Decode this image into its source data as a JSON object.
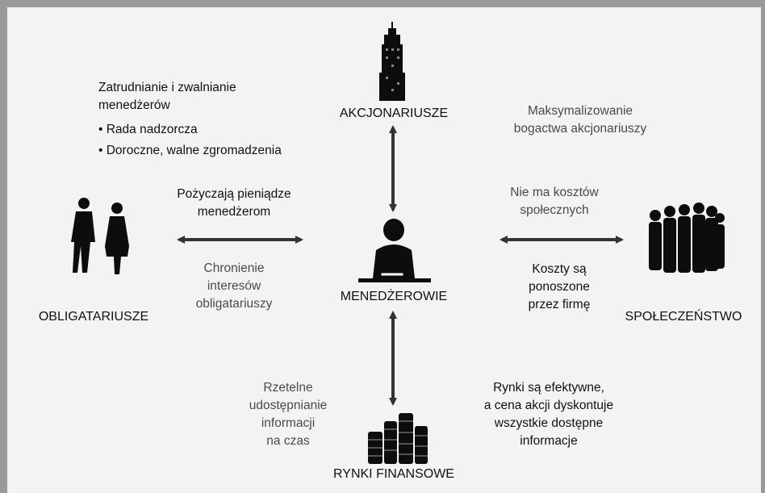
{
  "nodes": {
    "center": "MENEDŻEROWIE",
    "top": "AKCJONARIUSZE",
    "left": "OBLIGATARIUSZE",
    "right": "SPOŁECZEŃSTWO",
    "bottom": "RYNKI FINANSOWE"
  },
  "notes": {
    "top_left": {
      "line1": "Zatrudnianie i zwalnianie",
      "line2": "menedżerów",
      "bullet1": "• Rada nadzorcza",
      "bullet2": "• Doroczne, walne zgromadzenia"
    },
    "top_right": {
      "line1": "Maksymalizowanie",
      "line2": "bogactwa akcjonariuszy"
    },
    "left_upper": {
      "line1": "Pożyczają pieniądze",
      "line2": "menedżerom"
    },
    "left_lower": {
      "line1": "Chronienie",
      "line2": "interesów",
      "line3": "obligatariuszy"
    },
    "right_upper": {
      "line1": "Nie ma kosztów",
      "line2": "społecznych"
    },
    "right_lower": {
      "line1": "Koszty są",
      "line2": "ponoszone",
      "line3": "przez firmę"
    },
    "bottom_left": {
      "line1": "Rzetelne",
      "line2": "udostępnianie",
      "line3": "informacji",
      "line4": "na czas"
    },
    "bottom_right": {
      "line1": "Rynki są efektywne,",
      "line2": "a cena akcji dyskontuje",
      "line3": "wszystkie dostępne",
      "line4": "informacje"
    }
  },
  "colors": {
    "frame": "#9a9a9a",
    "background": "#f3f3f3",
    "arrow": "#333333",
    "silhouette": "#0d0d0d"
  },
  "icons": [
    "skyscraper-icon",
    "manager-at-desk-icon",
    "bondholders-couple-icon",
    "society-crowd-icon",
    "coin-stacks-icon"
  ]
}
